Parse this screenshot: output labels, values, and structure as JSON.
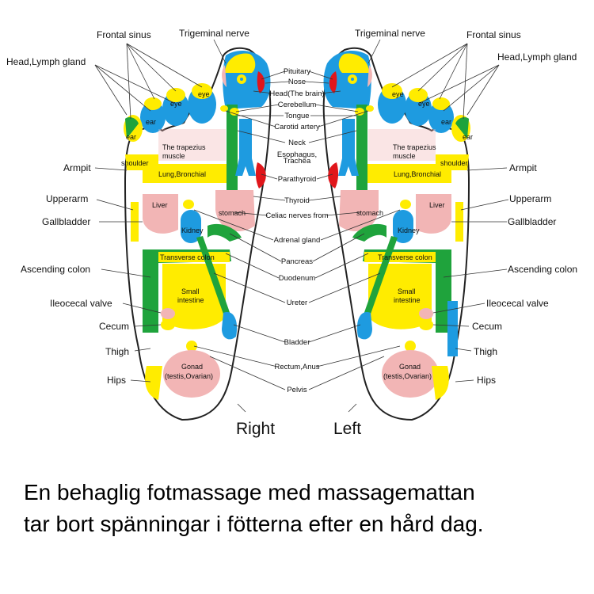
{
  "labels": {
    "frontal_sinus": "Frontal sinus",
    "trigeminal_nerve": "Trigeminal nerve",
    "head_lymph_gland": "Head,Lymph gland",
    "armpit": "Armpit",
    "upperarm": "Upperarm",
    "gallbladder": "Gallbladder",
    "ascending_colon": "Ascending colon",
    "ileocecal_valve": "Ileocecal valve",
    "cecum": "Cecum",
    "thigh": "Thigh",
    "hips": "Hips",
    "right": "Right",
    "left": "Left"
  },
  "center_labels": {
    "pituitary": "Pituitary",
    "nose": "Nose",
    "head_brain": "Head(The brain)",
    "cerebellum": "Cerebellum",
    "tongue": "Tongue",
    "carotid_artery": "Carotid artery",
    "neck": "Neck",
    "esophagus": "Esophagus,",
    "trachea": "Trachea",
    "parathyroid": "Parathyroid",
    "thyroid": "Thyroid",
    "celiac_nerves": "Celiac nerves from",
    "adrenal_gland": "Adrenal gland",
    "pancreas": "Pancreas",
    "duodenum": "Duodenum",
    "ureter": "Ureter",
    "bladder": "Bladder",
    "rectum_anus": "Rectum,Anus",
    "pelvis": "Pelvis"
  },
  "foot_labels": {
    "eye": "eye",
    "ear": "ear",
    "shoulder": "shoulder",
    "trapezius_1": "The trapezius",
    "trapezius_2": "muscle",
    "lung": "Lung,Bronchial",
    "liver": "Liver",
    "stomach": "stomach",
    "kidney": "Kidney",
    "transverse_colon": "Transverse colon",
    "small_intestine_1": "Small",
    "small_intestine_2": "intestine",
    "gonad_1": "Gonad",
    "gonad_2": "(testis,Ovarian)"
  },
  "caption": {
    "line1": "En behaglig fotmassage med massagemattan",
    "line2": "tar bort spänningar i fötterna efter en hård dag."
  },
  "colors": {
    "yellow": "#FFEC00",
    "blue": "#1E9BE0",
    "green": "#1FA33C",
    "pink": "#F2B5B5",
    "red": "#E0161B",
    "outline": "#222222"
  }
}
